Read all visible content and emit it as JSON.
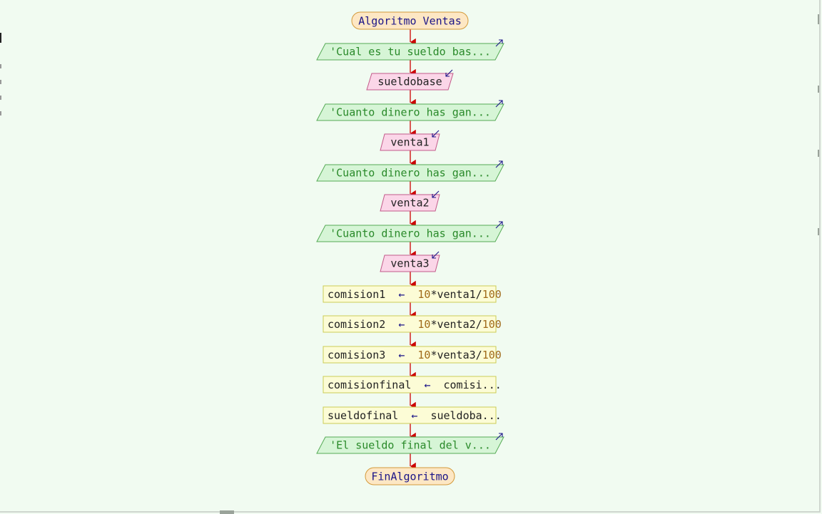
{
  "flowchart": {
    "start_label": "Algoritmo Ventas",
    "end_label": "FinAlgoritmo",
    "output_1": "'Cual es tu sueldo bas...",
    "input_1": "sueldobase",
    "output_2": "'Cuanto dinero has gan...",
    "input_2": "venta1",
    "output_3": "'Cuanto dinero has gan...",
    "input_3": "venta2",
    "output_4": "'Cuanto dinero has gan...",
    "input_4": "venta3",
    "assign_1": {
      "var": "comision1",
      "arrow": "←",
      "expr_num1": "10",
      "expr_mid": "*venta1/",
      "expr_num2": "100"
    },
    "assign_2": {
      "var": "comision2",
      "arrow": "←",
      "expr_num1": "10",
      "expr_mid": "*venta2/",
      "expr_num2": "100"
    },
    "assign_3": {
      "var": "comision3",
      "arrow": "←",
      "expr_num1": "10",
      "expr_mid": "*venta3/",
      "expr_num2": "100"
    },
    "assign_4": {
      "var": "comisionfinal",
      "arrow": "←",
      "expr": "comisi..."
    },
    "assign_5": {
      "var": "sueldofinal",
      "arrow": "←",
      "expr": "sueldoba..."
    },
    "output_5": "'El sueldo final del v..."
  },
  "colors": {
    "terminal_fill": "#fde7c4",
    "terminal_stroke": "#d49a3a",
    "output_fill": "#d6f5d6",
    "output_stroke": "#55aa55",
    "input_fill": "#fbd6e8",
    "input_stroke": "#c25a8a",
    "process_fill": "#fcfcd6",
    "process_stroke": "#cccc55",
    "connector": "#cc0000",
    "io_arrow": "#1a1488"
  }
}
